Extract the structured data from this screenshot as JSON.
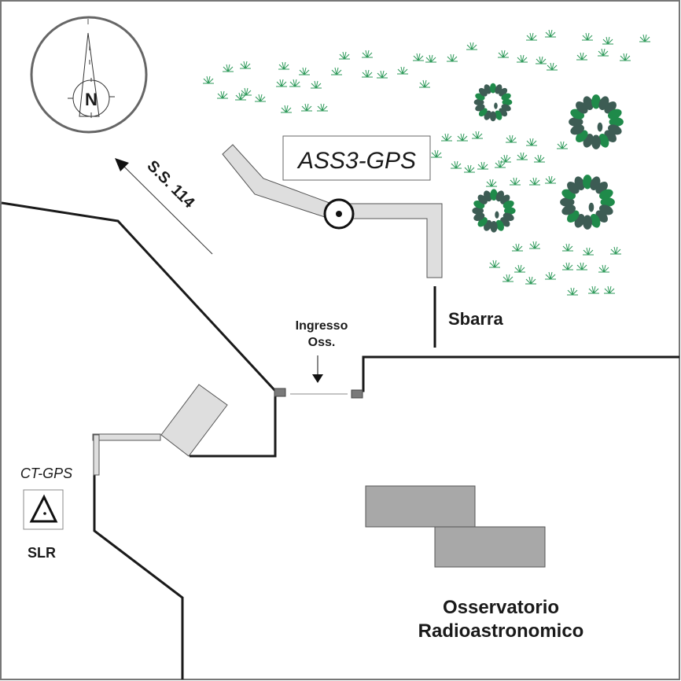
{
  "map": {
    "type": "site plan",
    "compass": {
      "label": "N",
      "icon": "north-arrow-icon"
    },
    "road": {
      "label": "S.S. 114",
      "direction": "north-west"
    },
    "station_ass3": {
      "label": "ASS3-GPS",
      "icon": "gps-station-circle-icon"
    },
    "barrier": {
      "label": "Sbarra"
    },
    "entrance": {
      "label_line1": "Ingresso",
      "label_line2": "Oss."
    },
    "station_ct": {
      "label": "CT-GPS",
      "icon": "triangulation-point-icon",
      "sublabel": "SLR"
    },
    "observatory": {
      "label_line1": "Osservatorio",
      "label_line2": "Radioastronomico"
    },
    "colors": {
      "boundary": "#1a1a1a",
      "building_light": "#dedede",
      "building_dark": "#a8a8a8",
      "gate_post": "#7a7a7a",
      "grass": "#2e9a5a",
      "tree_dark": "#3d5c54",
      "tree_light": "#1f8a4a",
      "frame": "#777777"
    }
  }
}
